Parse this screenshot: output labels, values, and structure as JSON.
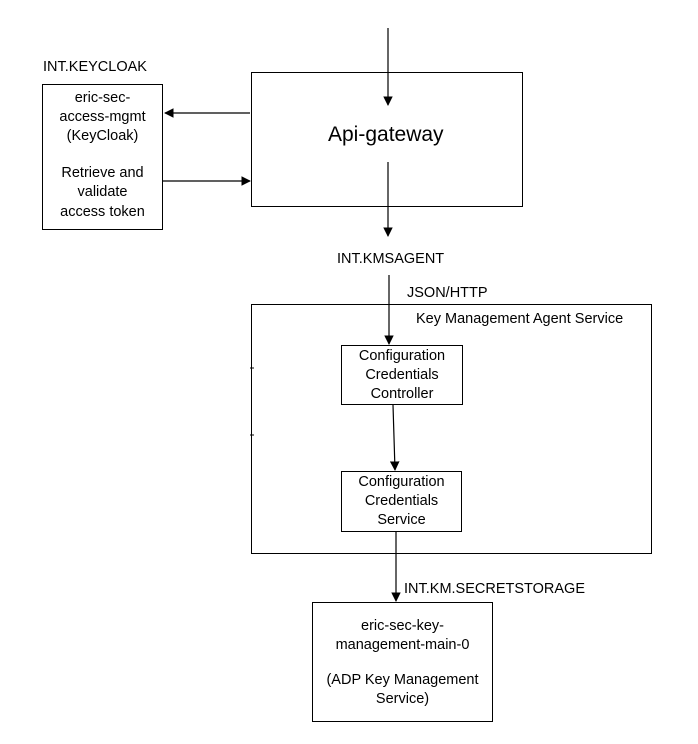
{
  "labels": {
    "int_keycloak": "INT.KEYCLOAK",
    "int_kmsagent": "INT.KMSAGENT",
    "json_http": "JSON/HTTP",
    "int_km_secretstorage": "INT.KM.SECRETSTORAGE"
  },
  "keycloak": {
    "line1": "eric-sec-",
    "line2": "access-mgmt",
    "line3": "(KeyCloak)",
    "line4": "Retrieve and",
    "line5": "validate",
    "line6": "access token"
  },
  "api_gateway": {
    "title": "Api-gateway"
  },
  "kma_service": {
    "title": "Key Management Agent Service"
  },
  "controller": {
    "line1": "Configuration",
    "line2": "Credentials",
    "line3": "Controller"
  },
  "service": {
    "line1": "Configuration",
    "line2": "Credentials",
    "line3": "Service"
  },
  "key_mgmt": {
    "line1": "eric-sec-key-",
    "line2": "management-main-0",
    "line3": "(ADP Key Management",
    "line4": "Service)"
  }
}
